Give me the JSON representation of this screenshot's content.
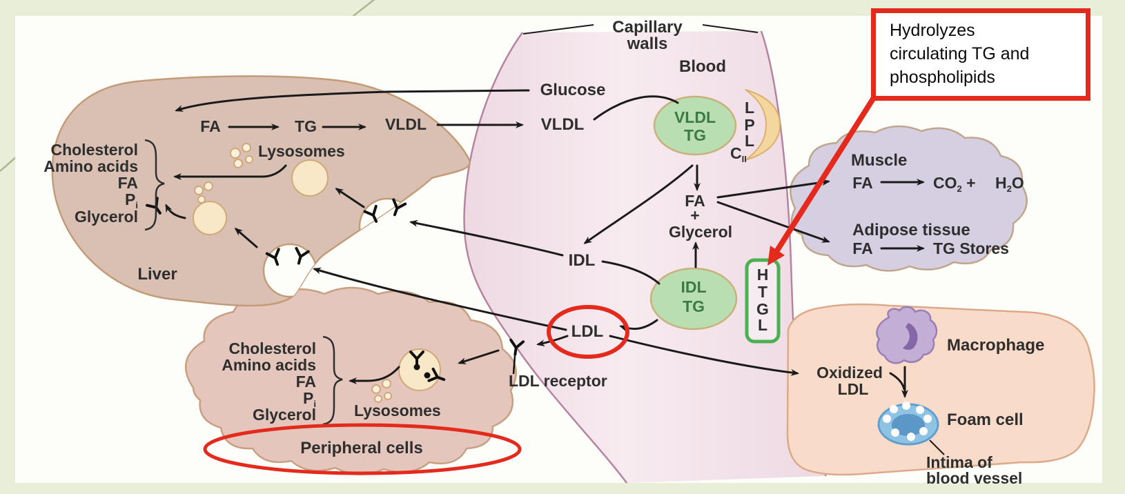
{
  "colors": {
    "slide_bg": "#e9eed9",
    "panel_bg": "#fdfdfa",
    "annotation_red": "#e42a1d",
    "annotation_green": "#4bb052",
    "capillary_fill": "#f2e2e9",
    "liver_fill": "#d9c0b3",
    "muscle_fill": "#d6cfe2",
    "peripheral_fill": "#e4c6bc",
    "intima_fill": "#f9dbca",
    "particle_green": "#b8deb2",
    "lpl_yellow": "#f4d79e",
    "foam_blue": "#8fc3e4",
    "macrophage_purple": "#c3aed6"
  },
  "callout": {
    "line1": "Hydrolyzes",
    "line2": "circulating TG and",
    "line3": "phospholipids"
  },
  "mol": {
    "fa": "FA",
    "tg": "TG",
    "vldl": "VLDL",
    "idl": "IDL",
    "ldl": "LDL",
    "glucose": "Glucose",
    "glycerol": "Glycerol",
    "plus": "+"
  },
  "regions": {
    "capillary_line1": "Capillary",
    "capillary_line2": "walls",
    "blood": "Blood",
    "liver": "Liver",
    "muscle": "Muscle",
    "adipose": "Adipose tissue",
    "peripheral": "Peripheral cells",
    "intima_line1": "Intima of",
    "intima_line2": "blood vessel"
  },
  "cell_products": {
    "cholesterol": "Cholesterol",
    "amino_acids": "Amino acids",
    "fa": "FA",
    "p": "P",
    "p_sub": "i",
    "glycerol": "Glycerol",
    "lysosomes": "Lysosomes"
  },
  "particles": {
    "vldl": "VLDL",
    "idl": "IDL",
    "tg": "TG",
    "c": "C",
    "c_sub": "II",
    "lpl_letters": [
      "L",
      "P",
      "L"
    ],
    "htgl_letters": [
      "H",
      "T",
      "G",
      "L"
    ]
  },
  "muscle_rxn": {
    "co": "CO",
    "co_sub": "2",
    "plus": "+",
    "h": "H",
    "h_sub": "2",
    "o": "O",
    "tg_stores": "TG Stores"
  },
  "vessel": {
    "oxidized_line1": "Oxidized",
    "oxidized_line2": "LDL",
    "ldl_receptor": "LDL receptor",
    "macrophage": "Macrophage",
    "foam_cell": "Foam cell"
  }
}
